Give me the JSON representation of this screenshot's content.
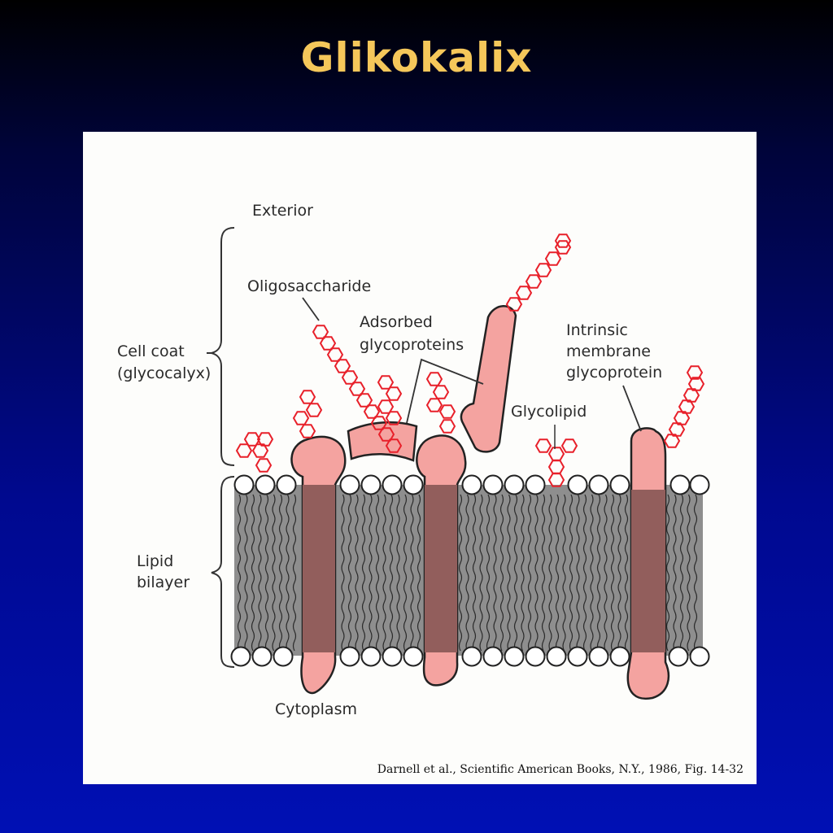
{
  "title": "Glikokalix",
  "diagram": {
    "labels": {
      "exterior": "Exterior",
      "oligosaccharide": "Oligosaccharide",
      "adsorbed_1": "Adsorbed",
      "adsorbed_2": "glycoproteins",
      "cell_coat_1": "Cell coat",
      "cell_coat_2": "(glycocalyx)",
      "intrinsic_1": "Intrinsic",
      "intrinsic_2": "membrane",
      "intrinsic_3": "glycoprotein",
      "glycolipid": "Glycolipid",
      "lipid_1": "Lipid",
      "lipid_2": "bilayer",
      "cytoplasm": "Cytoplasm"
    },
    "colors": {
      "protein": "#f4a3a0",
      "protein_in_membrane": "#925e5c",
      "membrane": "#8e8e8e",
      "sugar": "#e8202a",
      "outline": "#222222"
    }
  },
  "citation": "Darnell et al., Scientific American Books, N.Y., 1986, Fig. 14-32"
}
